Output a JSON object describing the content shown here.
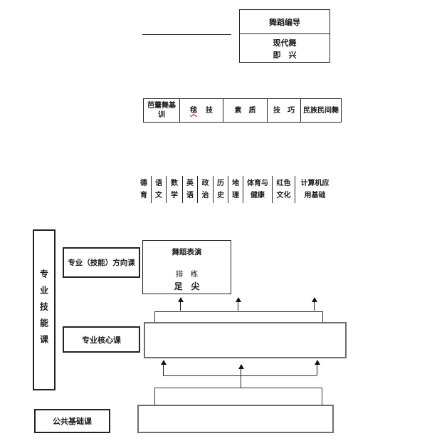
{
  "colors": {
    "line": "#222222",
    "big_rect_border": "#6e6e6e",
    "spellcheck_underline": "#cc0000"
  },
  "top_box": {
    "header": "舞蹈编导",
    "line1": "现代舞",
    "line2": "即　兴"
  },
  "skills_row": {
    "ballet": "芭蕾舞基训",
    "mat_char": "毯",
    "mat_rest": "技",
    "fitness": "素　质",
    "technique": "技　巧",
    "folk": "民族民间舞"
  },
  "subjects": [
    {
      "line1": "德",
      "line2": "育"
    },
    {
      "line1": "语",
      "line2": "文"
    },
    {
      "line1": "数",
      "line2": "学"
    },
    {
      "line1": "英",
      "line2": "语"
    },
    {
      "line1": "政",
      "line2": "治"
    },
    {
      "line1": "历",
      "line2": "史"
    },
    {
      "line1": "地",
      "line2": "理"
    },
    {
      "line1": "体育与",
      "line2": "健康"
    },
    {
      "line1": "红色",
      "line2": "文化"
    },
    {
      "line1": "计算机应",
      "line2": "用基础"
    }
  ],
  "left_column": {
    "skill_track": "专业技能课"
  },
  "labels": {
    "direction_box": "专业（技能）方向课",
    "core_box": "专业核心课",
    "public_box": "公共基础课"
  },
  "performance_box": {
    "title": "舞蹈表演",
    "line1": "排　练",
    "line2": "足　尖"
  }
}
